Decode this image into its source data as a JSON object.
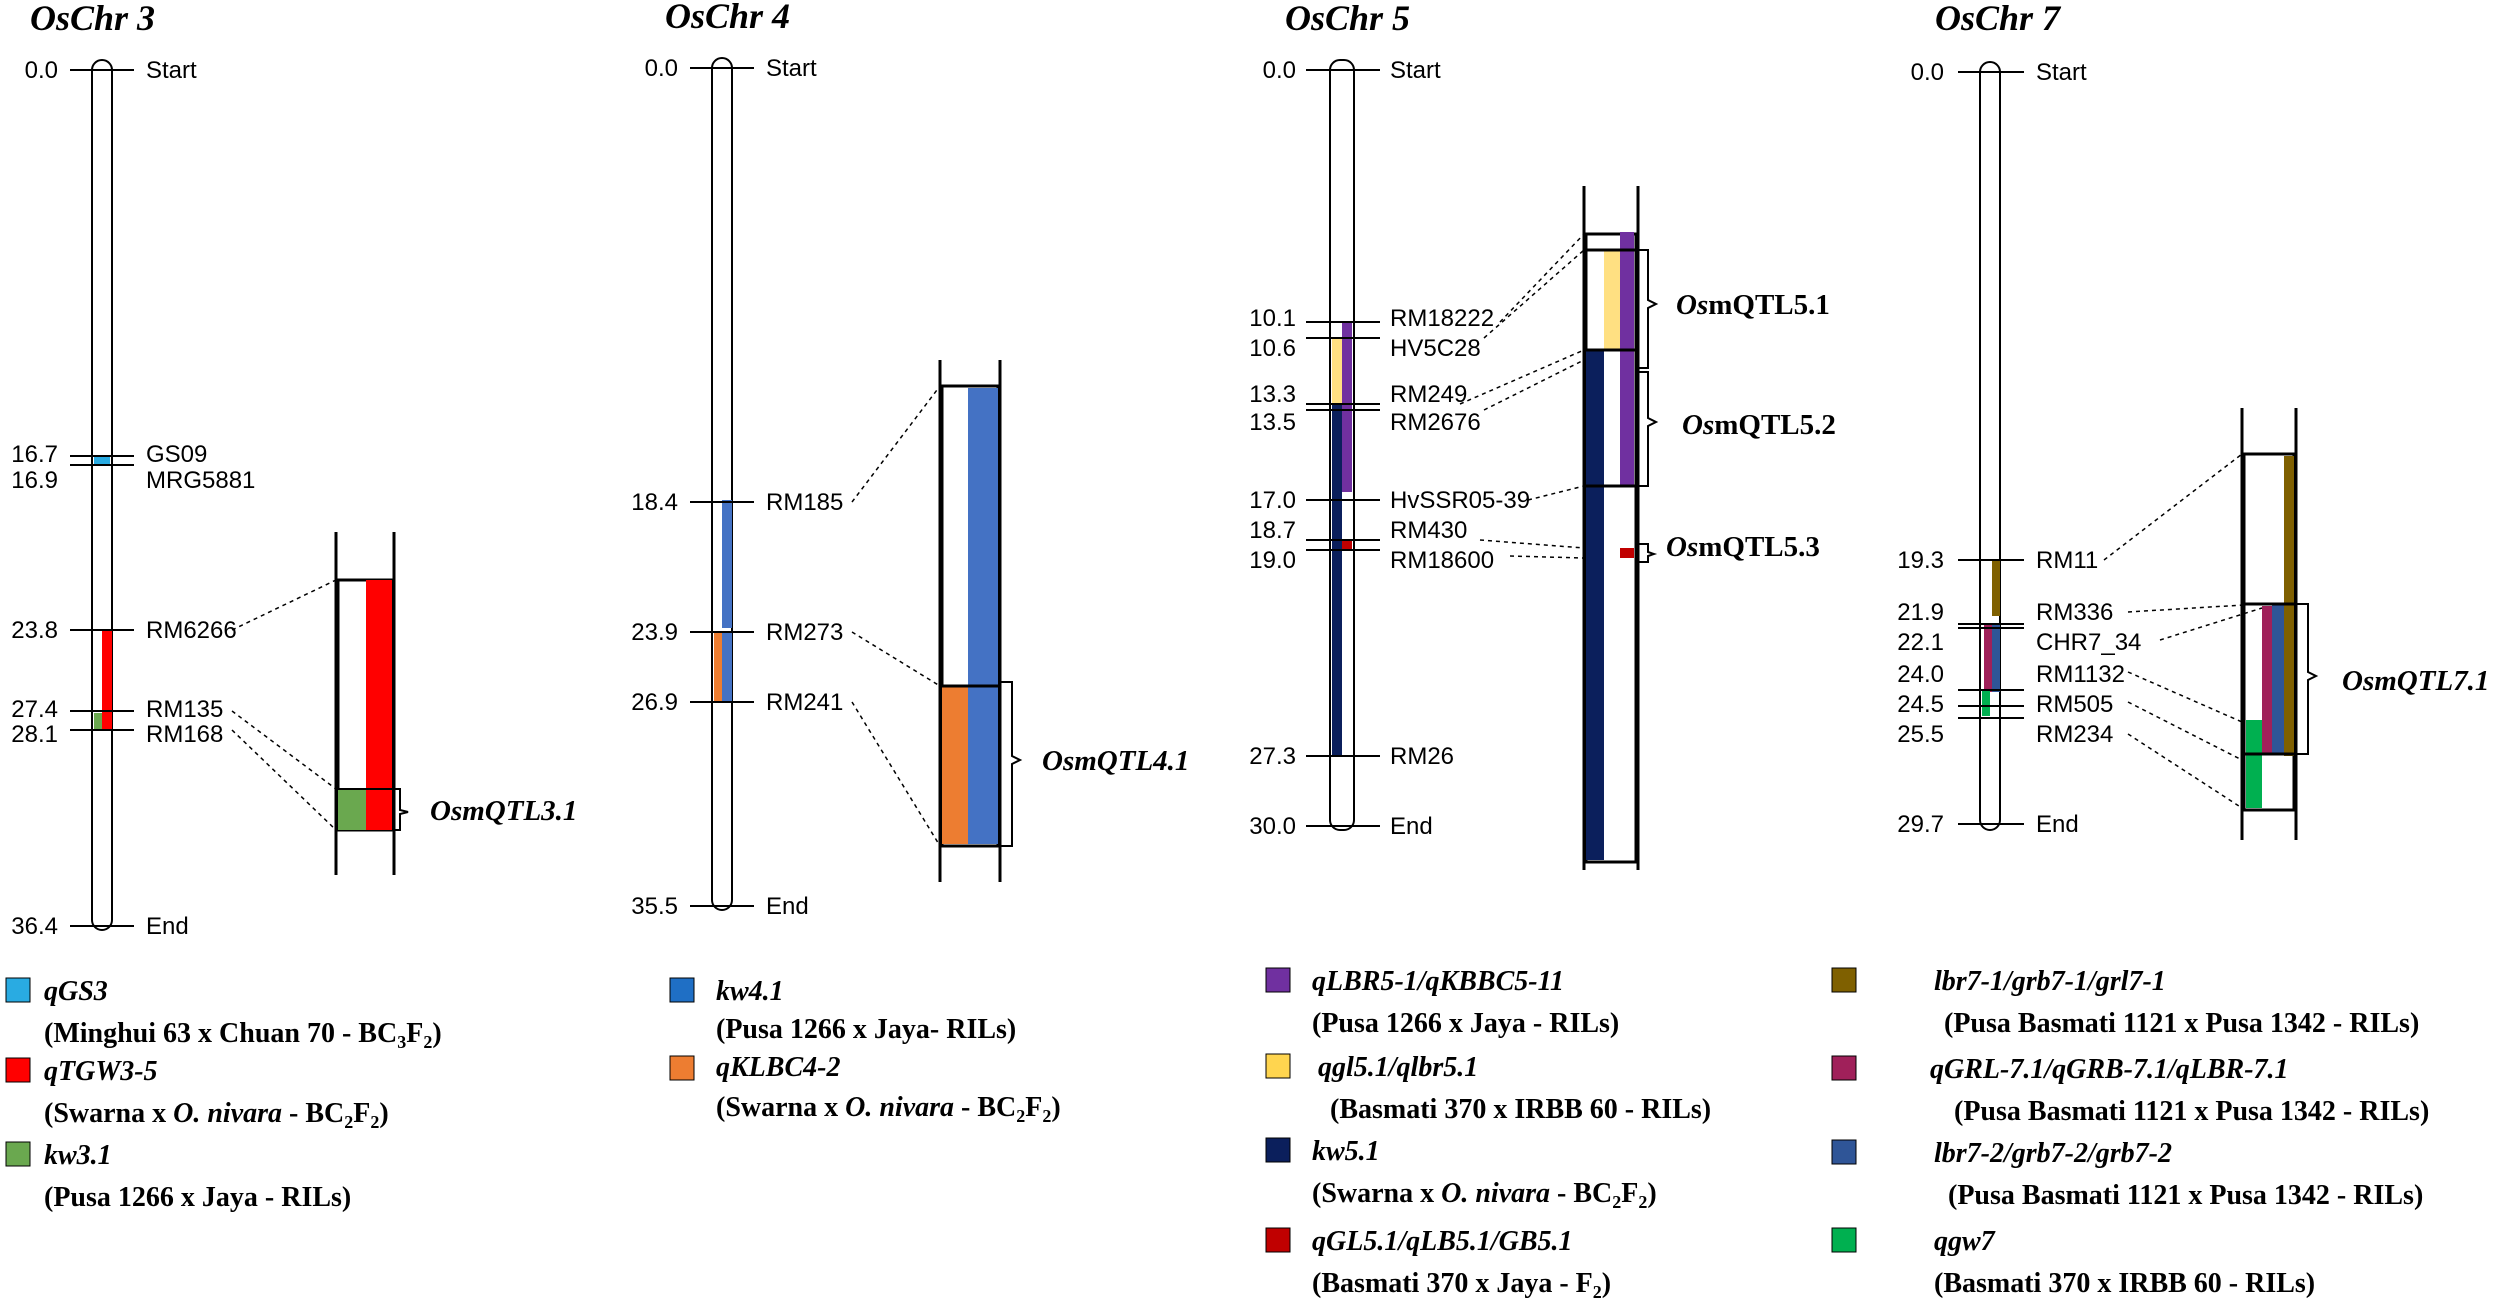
{
  "chromosomes": [
    {
      "title": "OsChr 3",
      "markers": [
        {
          "pos": "0.0",
          "name": "Start"
        },
        {
          "pos": "16.7",
          "name": "GS09"
        },
        {
          "pos": "16.9",
          "name": "MRG5881"
        },
        {
          "pos": "23.8",
          "name": "RM6266"
        },
        {
          "pos": "27.4",
          "name": "RM135"
        },
        {
          "pos": "28.1",
          "name": "RM168"
        },
        {
          "pos": "36.4",
          "name": "End"
        }
      ],
      "qtl_labels": [
        {
          "prefix": "OsmQTL",
          "suffix": "3.1",
          "prefix_italic": true
        }
      ]
    },
    {
      "title": "OsChr 4",
      "markers": [
        {
          "pos": "0.0",
          "name": "Start"
        },
        {
          "pos": "18.4",
          "name": "RM185"
        },
        {
          "pos": "23.9",
          "name": "RM273"
        },
        {
          "pos": "26.9",
          "name": "RM241"
        },
        {
          "pos": "35.5",
          "name": "End"
        }
      ],
      "qtl_labels": [
        {
          "prefix": "OsmQTL",
          "suffix": "4.1",
          "prefix_italic": true
        }
      ]
    },
    {
      "title": "OsChr 5",
      "markers": [
        {
          "pos": "0.0",
          "name": "Start"
        },
        {
          "pos": "10.1",
          "name": "RM18222"
        },
        {
          "pos": "10.6",
          "name": "HV5C28"
        },
        {
          "pos": "13.3",
          "name": "RM249"
        },
        {
          "pos": "13.5",
          "name": "RM2676"
        },
        {
          "pos": "17.0",
          "name": "HvSSR05-39"
        },
        {
          "pos": "18.7",
          "name": "RM430"
        },
        {
          "pos": "19.0",
          "name": "RM18600"
        },
        {
          "pos": "27.3",
          "name": "RM26"
        },
        {
          "pos": "30.0",
          "name": "End"
        }
      ],
      "qtl_labels": [
        {
          "prefix": "Os",
          "suffix": "mQTL5.1",
          "prefix_italic": true
        },
        {
          "prefix": "Os",
          "suffix": "mQTL5.2",
          "prefix_italic": true
        },
        {
          "prefix": "Os",
          "suffix": "mQTL5.3",
          "prefix_italic": true
        }
      ]
    },
    {
      "title": "OsChr 7",
      "markers": [
        {
          "pos": "0.0",
          "name": "Start"
        },
        {
          "pos": "19.3",
          "name": "RM11"
        },
        {
          "pos": "21.9",
          "name": "RM336"
        },
        {
          "pos": "22.1",
          "name": "CHR7_34"
        },
        {
          "pos": "24.0",
          "name": "RM1132"
        },
        {
          "pos": "24.5",
          "name": "RM505"
        },
        {
          "pos": "25.5",
          "name": "RM234"
        },
        {
          "pos": "29.7",
          "name": "End"
        }
      ],
      "qtl_labels": [
        {
          "prefix": "OsmQTL",
          "suffix": "7.1",
          "prefix_italic": true
        }
      ]
    }
  ],
  "legend": [
    {
      "qtl": "qGS3",
      "cross": [
        "Minghui 63 x Chuan 70 - BC",
        "3",
        "F",
        "2",
        ")"
      ],
      "cross_open": "(",
      "color": "#29ABE2"
    },
    {
      "qtl": "qTGW3-5",
      "cross_pre": "(Swarna x ",
      "cross_it": "O. nivara",
      "cross_post": " - BC",
      "sub1": "2",
      "mid": "F",
      "sub2": "2",
      "end": ")",
      "color": "#FF0000"
    },
    {
      "qtl": "kw3.1",
      "plain": "(Pusa 1266 x Jaya - RILs)",
      "color": "#6AA84F"
    },
    {
      "qtl": "kw4.1",
      "plain": "(Pusa 1266 x Jaya- RILs)",
      "color": "#1F6FC5"
    },
    {
      "qtl": "qKLBC4-2",
      "cross_pre": "(Swarna x ",
      "cross_it": "O. nivara",
      "cross_post": " - BC",
      "sub1": "2",
      "mid": "F",
      "sub2": "2",
      "end": ")",
      "color": "#ED7D31"
    },
    {
      "qtl": "qLBR5-1/qKBBC5-11",
      "plain": "(Pusa 1266 x Jaya - RILs)",
      "color": "#7030A0"
    },
    {
      "qtl": "qgl5.1/qlbr5.1",
      "plain": "(Basmati 370 x IRBB 60 - RILs)",
      "color": "#FFD54F"
    },
    {
      "qtl": "kw5.1",
      "cross_pre": "(Swarna x ",
      "cross_it": "O. nivara",
      "cross_post": " - BC",
      "sub1": "2",
      "mid": "F",
      "sub2": "2",
      "end": ")",
      "color": "#0B1F5C"
    },
    {
      "qtl": "qGL5.1/qLB5.1/GB5.1",
      "cross_pre": "(Basmati 370 x Jaya - F",
      "cross_it": "",
      "cross_post": "",
      "sub1": "2",
      "mid": "",
      "sub2": "",
      "end": ")",
      "color": "#C00000"
    },
    {
      "qtl": "lbr7-1/grb7-1/grl7-1",
      "plain": "(Pusa Basmati 1121 x Pusa 1342 - RILs)",
      "color": "#7F6000"
    },
    {
      "qtl": "qGRL-7.1/qGRB-7.1/qLBR-7.1",
      "plain": "(Pusa Basmati 1121 x Pusa 1342 - RILs)",
      "color": "#A0205A"
    },
    {
      "qtl": "lbr7-2/grb7-2/grb7-2",
      "plain": "(Pusa Basmati 1121 x Pusa 1342 - RILs)",
      "color": "#2F5597"
    },
    {
      "qtl": "qgw7",
      "plain": "(Basmati 370 x IRBB 60 - RILs)",
      "color": "#00B050"
    }
  ]
}
